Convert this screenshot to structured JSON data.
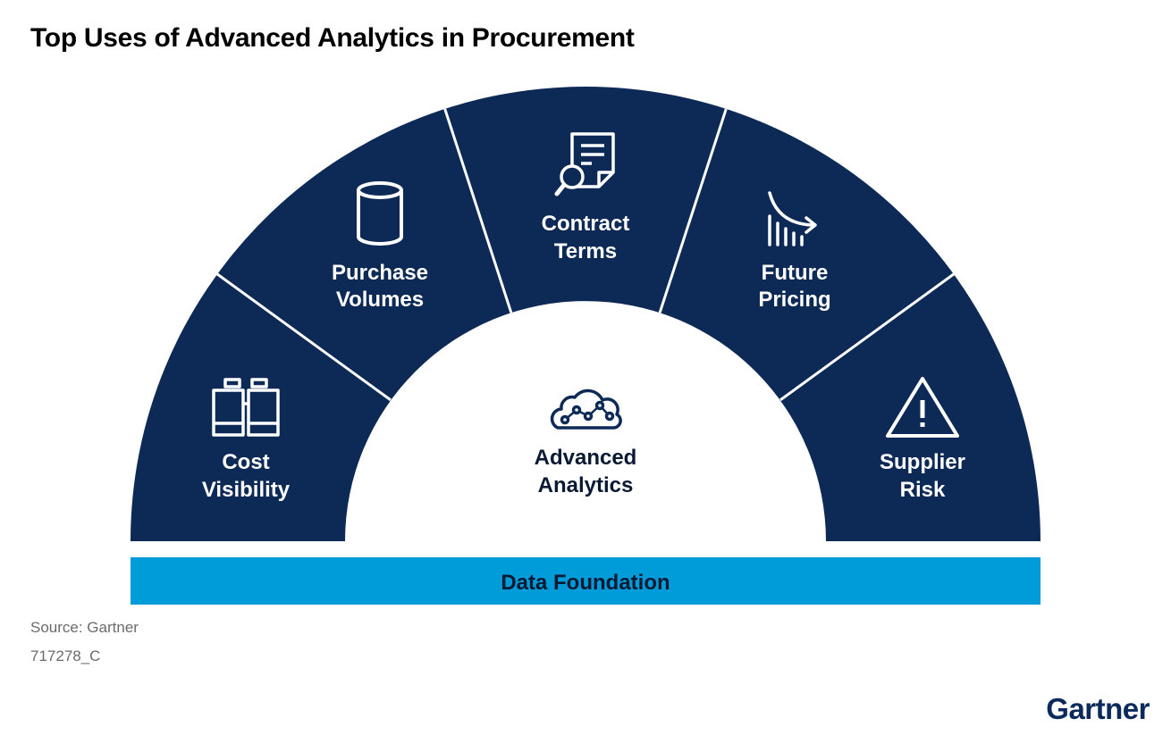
{
  "title": "Top Uses of Advanced Analytics in Procurement",
  "segments": [
    {
      "line1": "Cost",
      "line2": "Visibility",
      "icon": "binoculars-icon"
    },
    {
      "line1": "Purchase",
      "line2": "Volumes",
      "icon": "database-icon"
    },
    {
      "line1": "Contract",
      "line2": "Terms",
      "icon": "document-search-icon"
    },
    {
      "line1": "Future",
      "line2": "Pricing",
      "icon": "trend-chart-icon"
    },
    {
      "line1": "Supplier",
      "line2": "Risk",
      "icon": "warning-icon"
    }
  ],
  "center": {
    "line1": "Advanced",
    "line2": "Analytics",
    "icon": "cloud-network-icon"
  },
  "foundation": "Data Foundation",
  "source": "Source: Gartner",
  "code": "717278_C",
  "logo": "Gartner",
  "colors": {
    "segment": "#0d2a56",
    "foundation": "#009bd9",
    "divider": "#ffffff"
  }
}
